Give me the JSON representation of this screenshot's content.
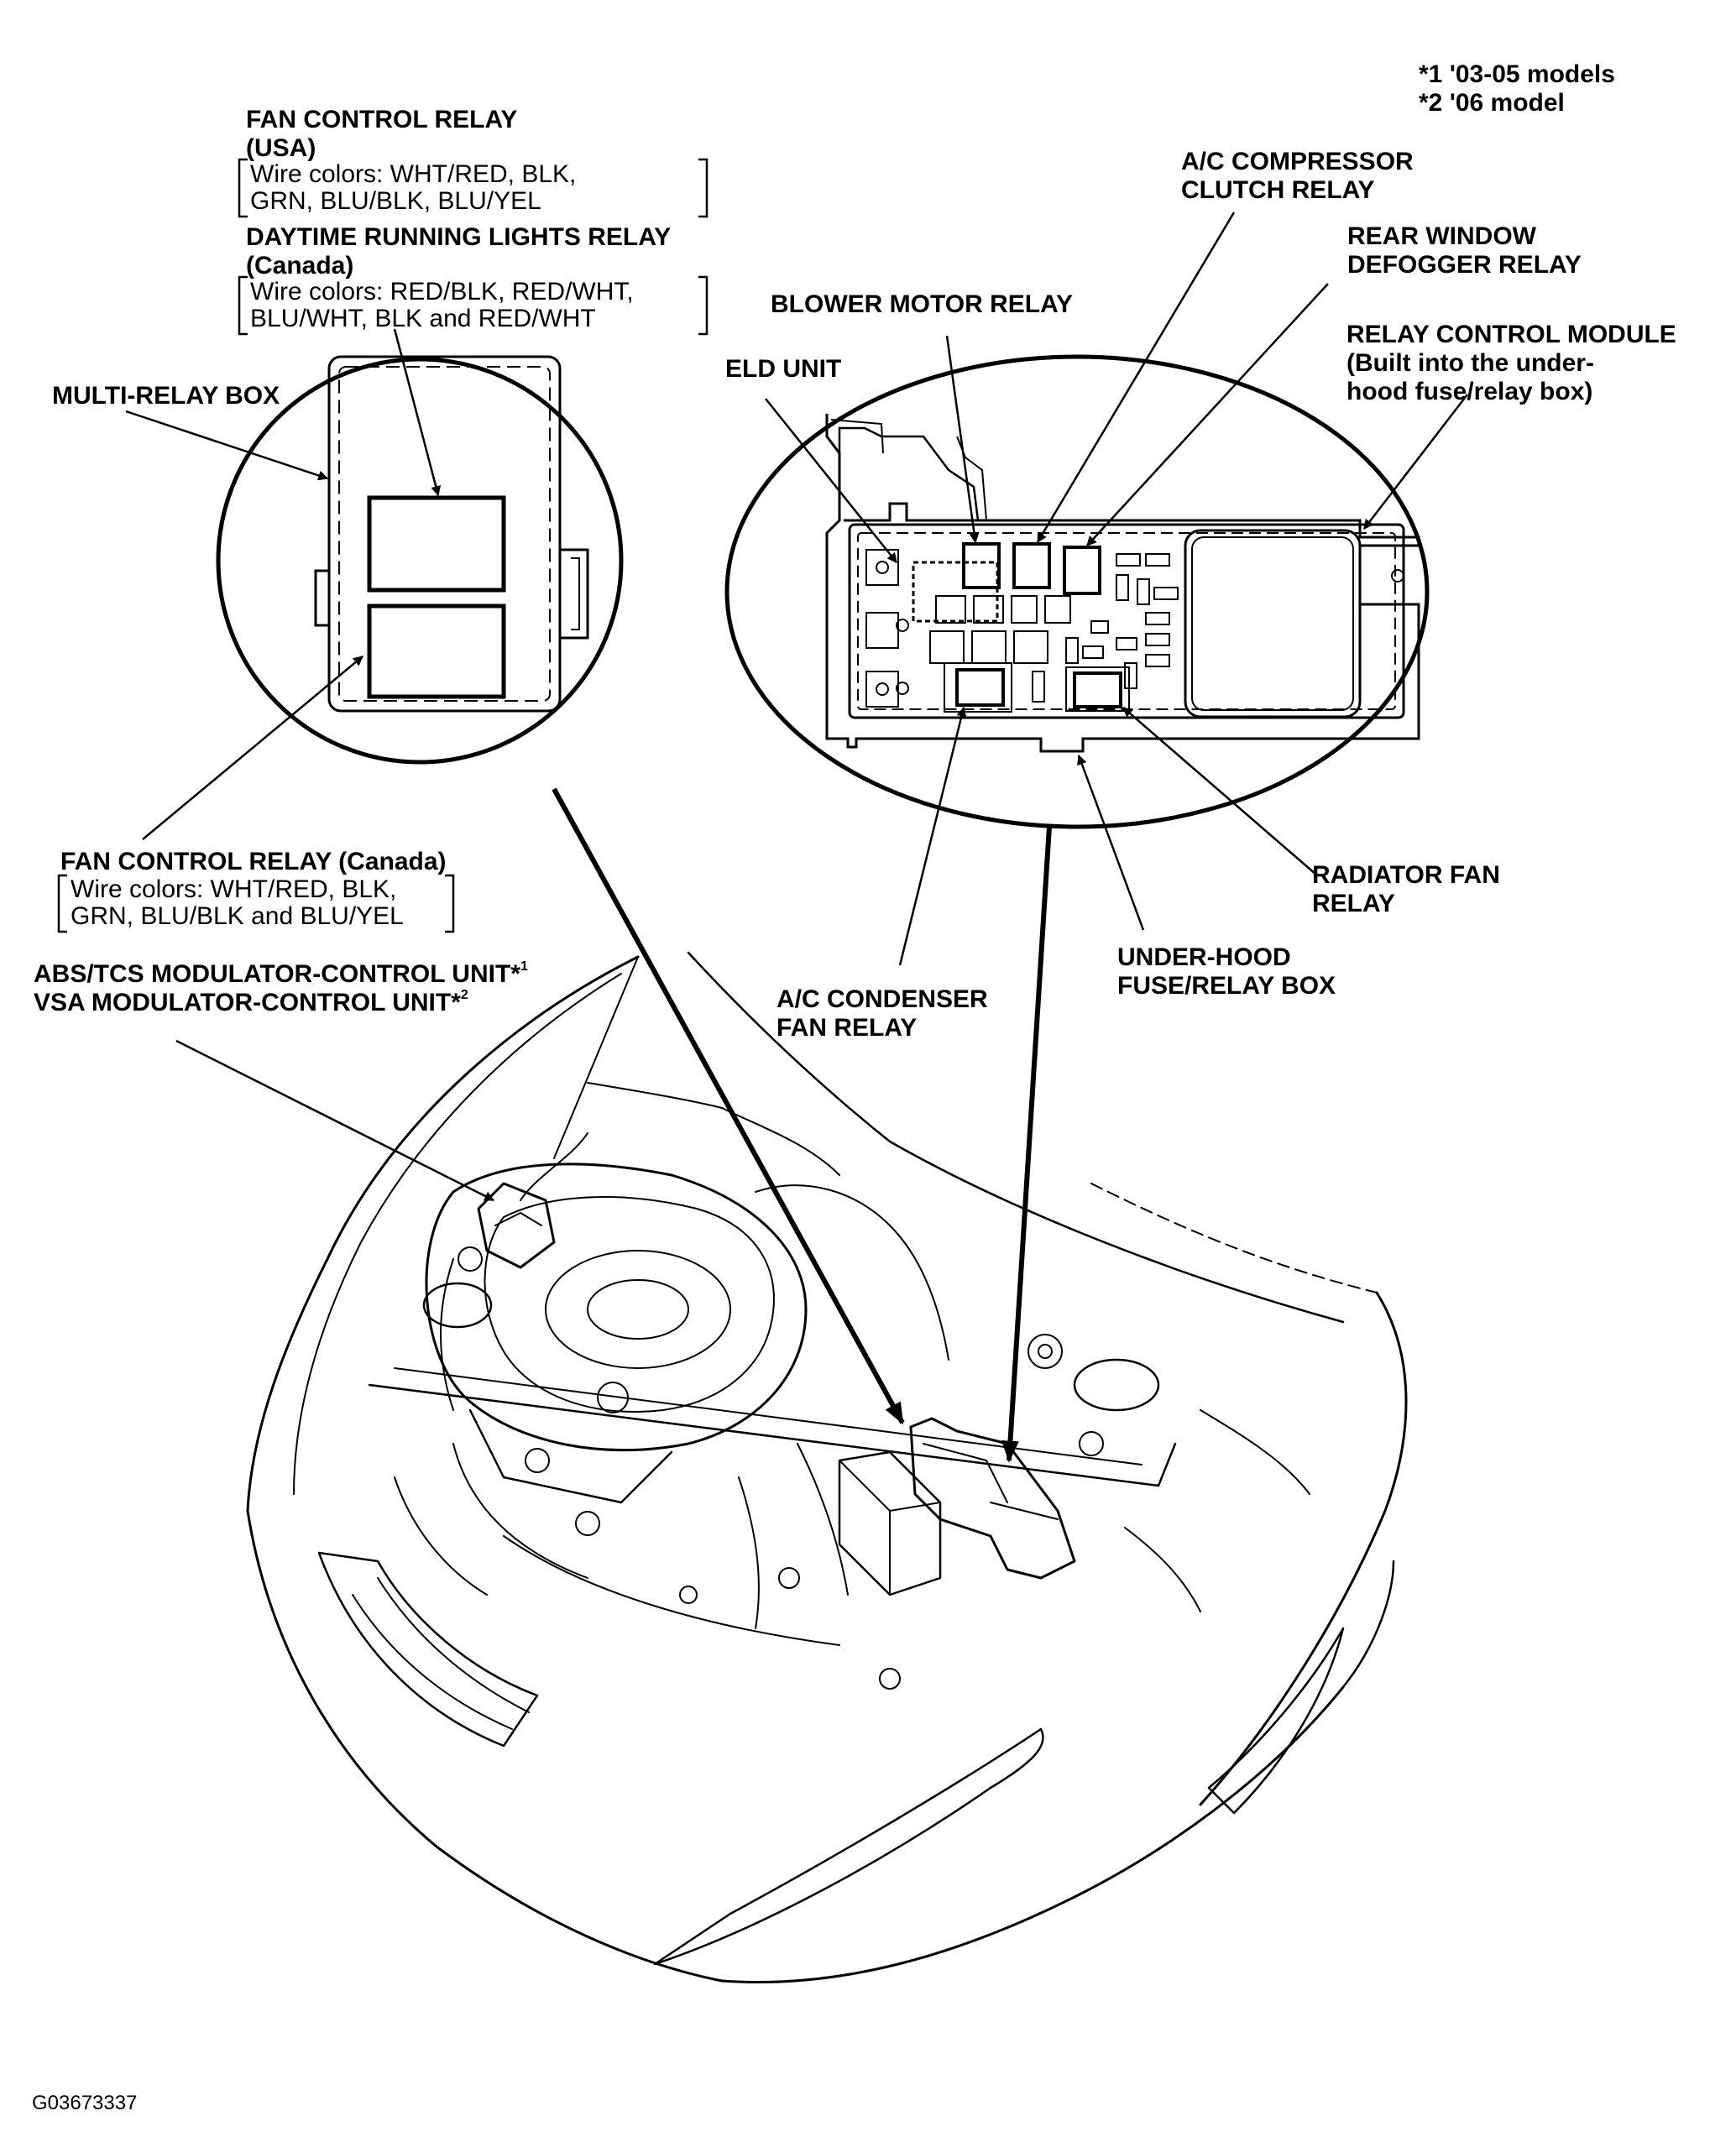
{
  "footnotes": {
    "note1": "*1 '03-05 models",
    "note2": "*2 '06 model"
  },
  "labels": {
    "fan_control_relay_usa": {
      "title": "FAN CONTROL RELAY",
      "sub": "(USA)",
      "wires": [
        "Wire colors: WHT/RED, BLK,",
        "GRN, BLU/BLK, BLU/YEL"
      ]
    },
    "daytime_running_lights_relay": {
      "title": "DAYTIME RUNNING LIGHTS RELAY",
      "sub": "(Canada)",
      "wires": [
        "Wire colors: RED/BLK, RED/WHT,",
        "BLU/WHT, BLK and RED/WHT"
      ]
    },
    "multi_relay_box": "MULTI-RELAY BOX",
    "fan_control_relay_canada": {
      "title": "FAN CONTROL RELAY (Canada)",
      "wires": [
        "Wire colors: WHT/RED, BLK,",
        "GRN, BLU/BLK and BLU/YEL"
      ]
    },
    "abs_tcs": {
      "line1": "ABS/TCS MODULATOR-CONTROL UNIT*",
      "line1_sup": "1",
      "line2": "VSA MODULATOR-CONTROL UNIT*",
      "line2_sup": "2"
    },
    "ac_compressor_clutch_relay": [
      "A/C COMPRESSOR",
      "CLUTCH RELAY"
    ],
    "rear_window_defogger_relay": [
      "REAR WINDOW",
      "DEFOGGER RELAY"
    ],
    "blower_motor_relay": "BLOWER MOTOR RELAY",
    "relay_control_module": [
      "RELAY CONTROL MODULE",
      "(Built into the under-",
      "hood fuse/relay box)"
    ],
    "eld_unit": "ELD UNIT",
    "radiator_fan_relay": [
      "RADIATOR FAN",
      "RELAY"
    ],
    "under_hood_fuse_relay_box": [
      "UNDER-HOOD",
      "FUSE/RELAY BOX"
    ],
    "ac_condenser_fan_relay": [
      "A/C CONDENSER",
      "FAN RELAY"
    ]
  },
  "figure_id": "G03673337"
}
